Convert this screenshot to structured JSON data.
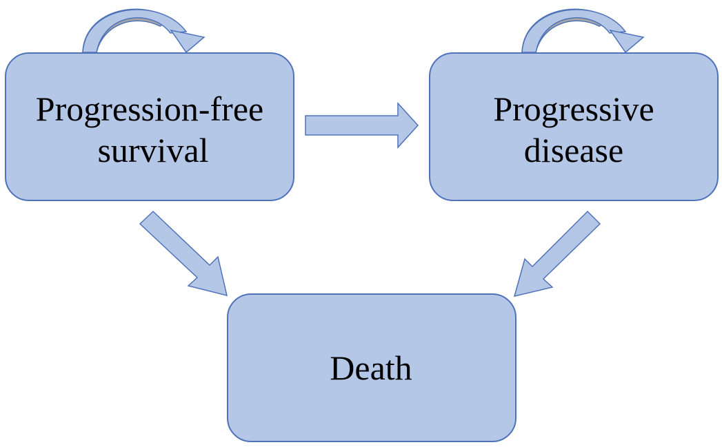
{
  "diagram": {
    "states": {
      "pfs": {
        "line1": "Progression-free",
        "line2": "survival"
      },
      "pd": {
        "line1": "Progressive",
        "line2": "disease"
      },
      "death": {
        "label": "Death"
      }
    },
    "colors": {
      "box_fill": "#b4c7e7",
      "box_stroke": "#4e72b8",
      "loop_shade": "#a6a6a6",
      "text": "#000000"
    },
    "transitions": [
      {
        "from": "Progression-free survival",
        "to": "Progression-free survival"
      },
      {
        "from": "Progressive disease",
        "to": "Progressive disease"
      },
      {
        "from": "Progression-free survival",
        "to": "Progressive disease"
      },
      {
        "from": "Progression-free survival",
        "to": "Death"
      },
      {
        "from": "Progressive disease",
        "to": "Death"
      }
    ]
  }
}
